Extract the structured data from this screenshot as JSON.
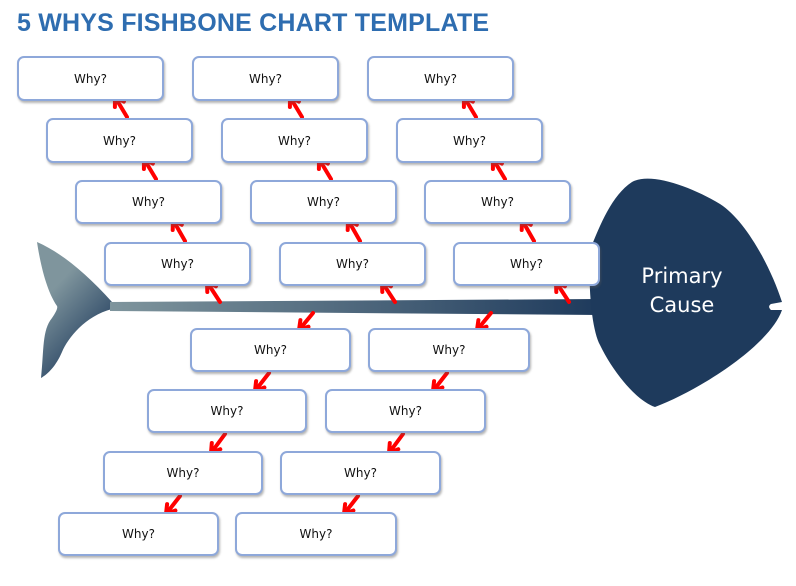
{
  "title": "5 WHYS FISHBONE CHART TEMPLATE",
  "primary_cause": {
    "line1": "Primary",
    "line2": "Cause"
  },
  "colors": {
    "title": "#2e6db0",
    "fish_body": "#1e3a5c",
    "tail_light": "#7f959d",
    "box_border": "#8ea8da",
    "arrow": "#ff0000"
  },
  "upper_branches": [
    {
      "boxes": [
        "Why?",
        "Why?",
        "Why?",
        "Why?"
      ]
    },
    {
      "boxes": [
        "Why?",
        "Why?",
        "Why?",
        "Why?"
      ]
    },
    {
      "boxes": [
        "Why?",
        "Why?",
        "Why?",
        "Why?"
      ]
    }
  ],
  "lower_branches": [
    {
      "boxes": [
        "Why?",
        "Why?",
        "Why?",
        "Why?"
      ]
    },
    {
      "boxes": [
        "Why?",
        "Why?",
        "Why?",
        "Why?"
      ]
    }
  ]
}
